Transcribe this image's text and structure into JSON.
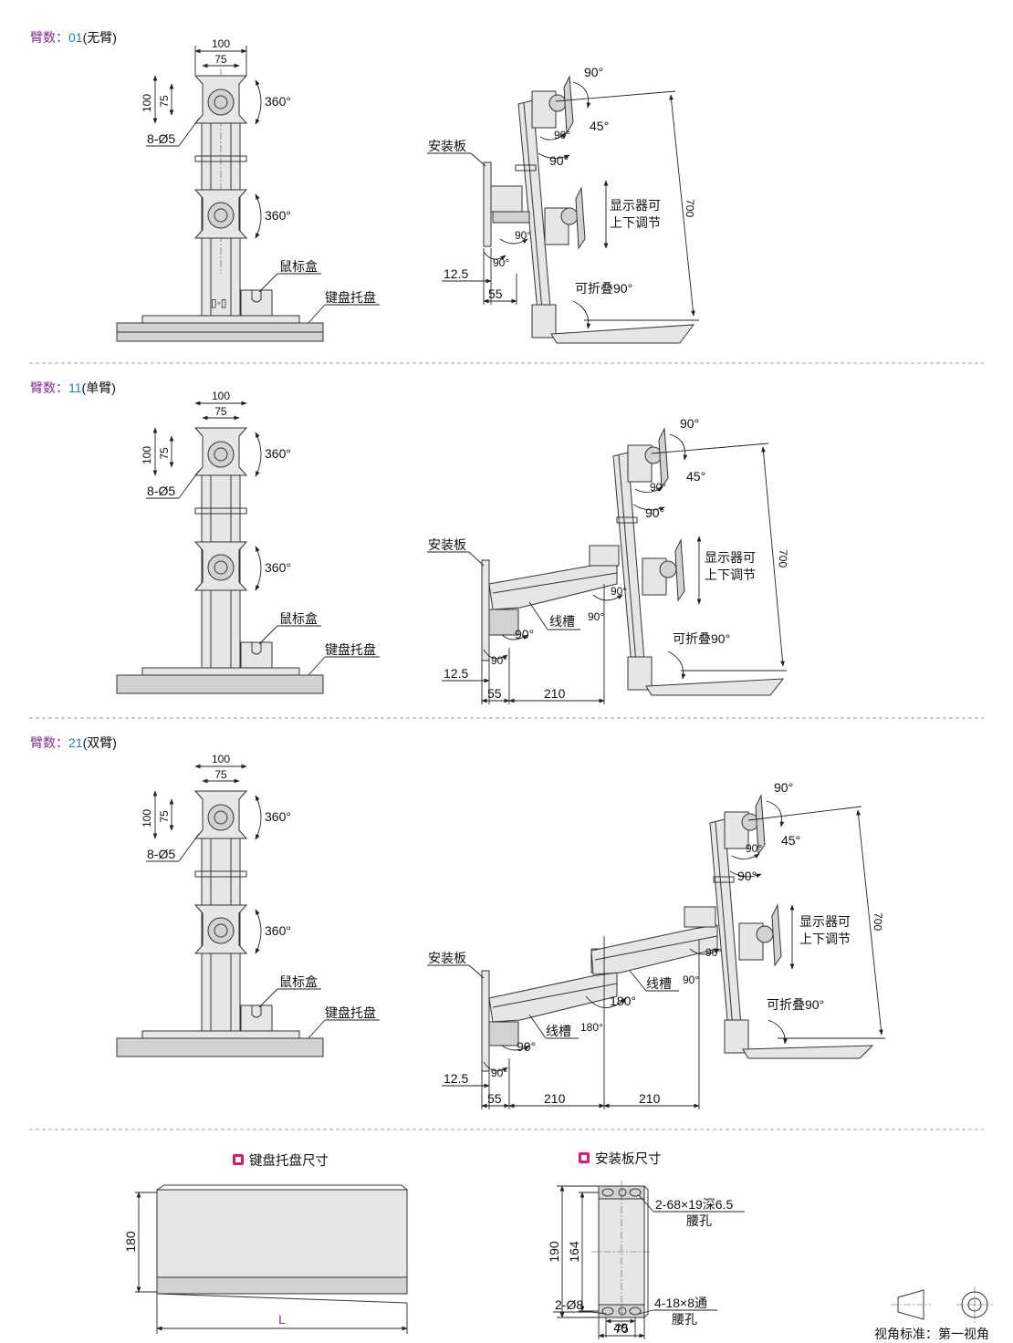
{
  "sections": [
    {
      "arm_label": "臂数：",
      "arm_code": "01",
      "arm_desc": "(无臂)"
    },
    {
      "arm_label": "臂数：",
      "arm_code": "11",
      "arm_desc": "(单臂)"
    },
    {
      "arm_label": "臂数：",
      "arm_code": "21",
      "arm_desc": "(双臂)"
    }
  ],
  "front": {
    "dim_100": "100",
    "dim_75": "75",
    "holes": "8-Ø5",
    "rotate": "360°",
    "mouse_box": "鼠标盒",
    "keyboard_tray": "键盘托盘"
  },
  "side": {
    "mount_plate": "安装板",
    "monitor_adjust_1": "显示器可",
    "monitor_adjust_2": "上下调节",
    "fold": "可折叠90°",
    "deg90": "90°",
    "deg45": "45°",
    "deg180": "180°",
    "height": "700",
    "offset_12_5": "12.5",
    "offset_55": "55",
    "arm_210": "210",
    "cable_slot": "线槽"
  },
  "tray_dims": {
    "title": "键盘托盘尺寸",
    "depth": "180",
    "length": "L",
    "marker_color": "#e0176e"
  },
  "plate_dims": {
    "title": "安装板尺寸",
    "h190": "190",
    "h164": "164",
    "slot_top_1": "2-68×19深6.5",
    "slot_top_2": "腰孔",
    "holes_8": "2-Ø8",
    "slot_bot_1": "4-18×8通",
    "slot_bot_2": "腰孔",
    "w40": "40",
    "w75": "75"
  },
  "view_standard": "视角标准：第一视角"
}
